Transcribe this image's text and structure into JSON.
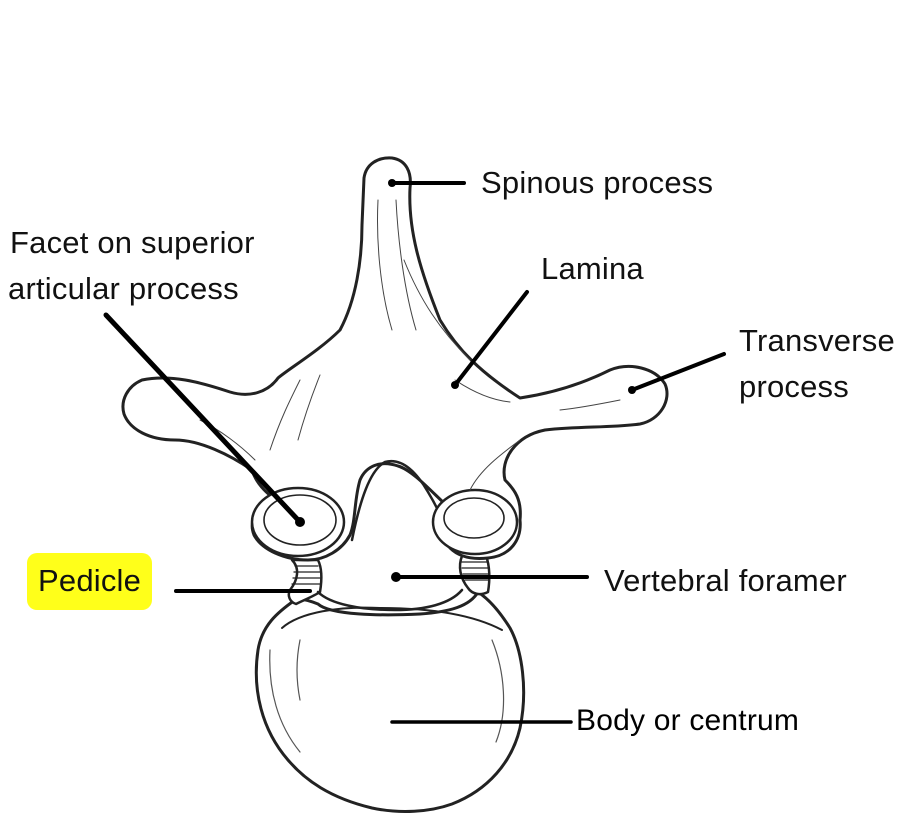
{
  "diagram": {
    "labels": {
      "spinous_process": "Spinous process",
      "facet_line1": "Facet on superior",
      "facet_line2": "articular process",
      "lamina": "Lamina",
      "transverse_line1": "Transverse",
      "transverse_line2": "process",
      "pedicle": "Pedicle",
      "vertebral_foramen": "Vertebral foramer",
      "body": "Body or centrum"
    },
    "highlight_color": "#ffff1a",
    "ink_color": "#111111"
  }
}
